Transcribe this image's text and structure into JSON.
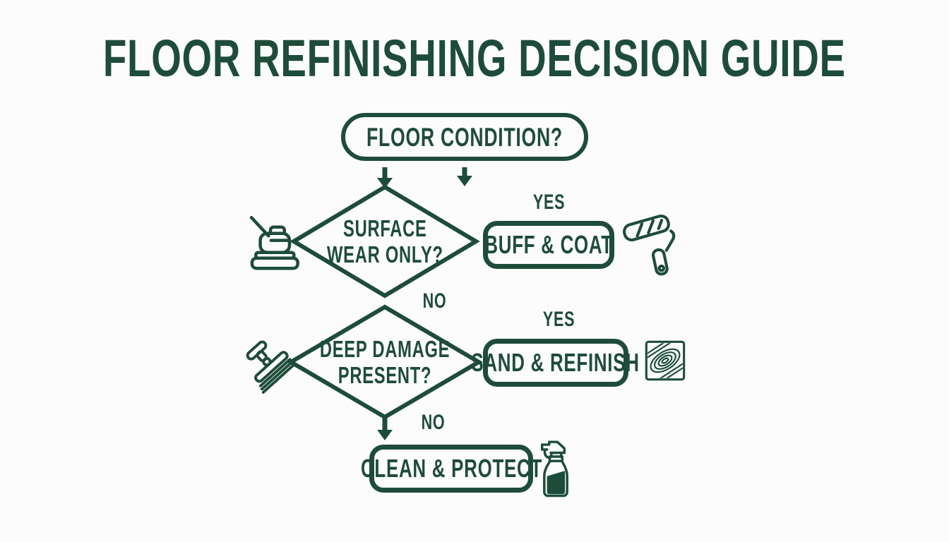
{
  "title": "FLOOR REFINISHING DECISION GUIDE",
  "colors": {
    "green": "#1e4c3a",
    "background": "#fcfcfc"
  },
  "flowchart": {
    "start": {
      "label": "FLOOR CONDITION?"
    },
    "decision1": {
      "line1": "SURFACE",
      "line2": "WEAR ONLY?",
      "icon": "floor-buffer-machine",
      "yes_label": "YES",
      "no_label": "NO"
    },
    "outcome_buff": {
      "label": "BUFF & COAT",
      "icon": "paint-roller"
    },
    "decision2": {
      "line1": "DEEP DAMAGE",
      "line2": "PRESENT?",
      "icon": "floor-scraper",
      "yes_label": "YES",
      "no_label": "NO"
    },
    "outcome_sand": {
      "label": "SAND & REFINISH",
      "icon": "wood-grain"
    },
    "outcome_clean": {
      "label": "CLEAN & PROTECT",
      "icon": "spray-bottle"
    }
  }
}
